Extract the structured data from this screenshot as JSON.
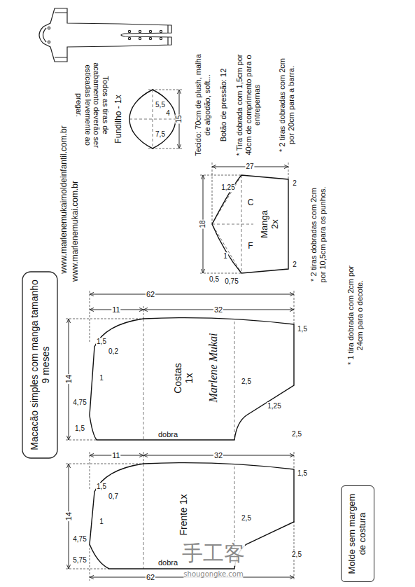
{
  "diagram": {
    "title": "Macacão simples com manga tamanho 9 meses",
    "nodes": [
      {
        "text": [
          "Fundilho - 1x"
        ]
      },
      {
        "text": [
          "Manga 2x"
        ]
      },
      {
        "text": [
          "Costas 1x"
        ]
      },
      {
        "text": [
          "Frente 1x"
        ]
      },
      {
        "text": [
          "Molde sem margem de costura"
        ]
      }
    ],
    "labels": [
      "www.marlenemukaimoldeinfantil.com.br",
      "www.marlenemukai.com.br",
      "Todos as tiras de acabamento deverão ser esticadas levemente ao pregar.",
      "Tecido: 70cm de plush, malha de algodão, soft...",
      "Botão de pressão: 12",
      "* Tira dobrada com 1,5cm por 40cm de comprimento para o entrepernas",
      "* 2 tiras dobradas com 2cm por 20cm para a barra.",
      "* 2 tiras dobradas com 2cm por 10,5cm para os punhos.",
      "* 1 tira dobrada com 2cm por 24cm para o decote.",
      "Marlene Mukai",
      "手工客",
      "shougongke.com",
      "5,5",
      "7,5",
      "4",
      "15",
      "27",
      "18",
      "1,25",
      "C",
      "F",
      "2",
      "2",
      "1",
      "0,5",
      "0,75",
      "62",
      "11",
      "32",
      "1,5",
      "14",
      "1,5",
      "0,2",
      "1",
      "4,75",
      "1,5",
      "2,5",
      "1,25",
      "2,5",
      "dobra",
      "11",
      "32",
      "1,5",
      "14",
      "1,5",
      "0,7",
      "1",
      "4,75",
      "5,75",
      "2,5",
      "2,5",
      "dobra",
      "62"
    ]
  }
}
